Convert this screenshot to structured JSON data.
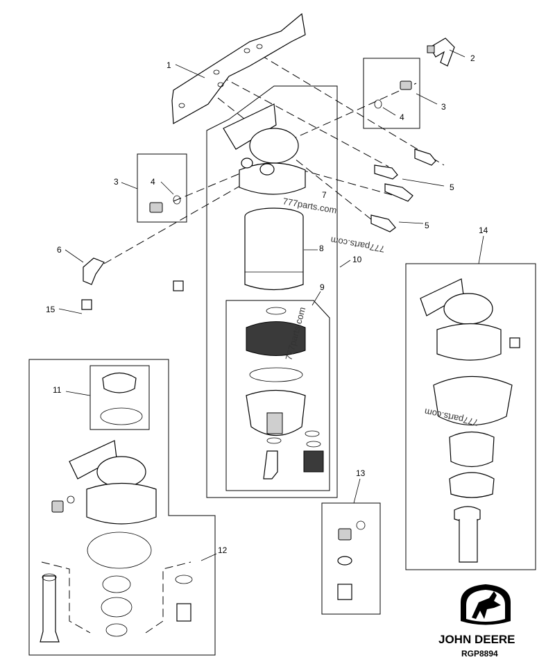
{
  "callouts": [
    "1",
    "2",
    "3",
    "4",
    "5",
    "6",
    "7",
    "8",
    "9",
    "10",
    "11",
    "12",
    "13",
    "14",
    "15"
  ],
  "watermarks": [
    "777parts.com",
    "777parts.com",
    "777parts.com",
    "777parts.com"
  ],
  "brand": {
    "name": "JOHN DEERE",
    "code": "RGP8894"
  },
  "colors": {
    "ink": "#000000",
    "paper": "#ffffff",
    "fill": "#cfcfcf"
  },
  "icons": {
    "logo": "deer-logo-icon"
  }
}
